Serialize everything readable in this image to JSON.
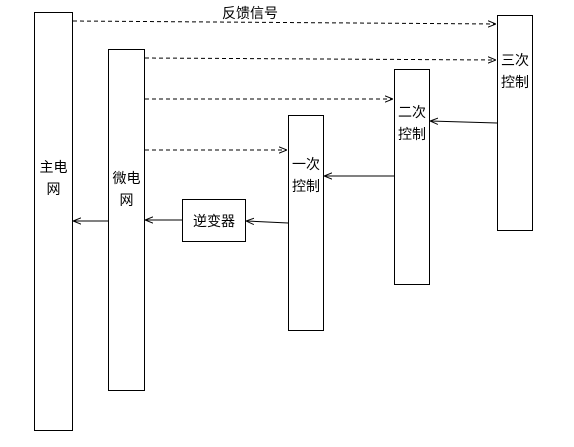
{
  "diagram": {
    "main_grid": "主电网",
    "micro_grid": "微电网",
    "inverter": "逆变器",
    "primary_control": "一次控制",
    "secondary_control": "二次控制",
    "tertiary_control": "三次控制",
    "feedback_signal": "反馈信号"
  }
}
